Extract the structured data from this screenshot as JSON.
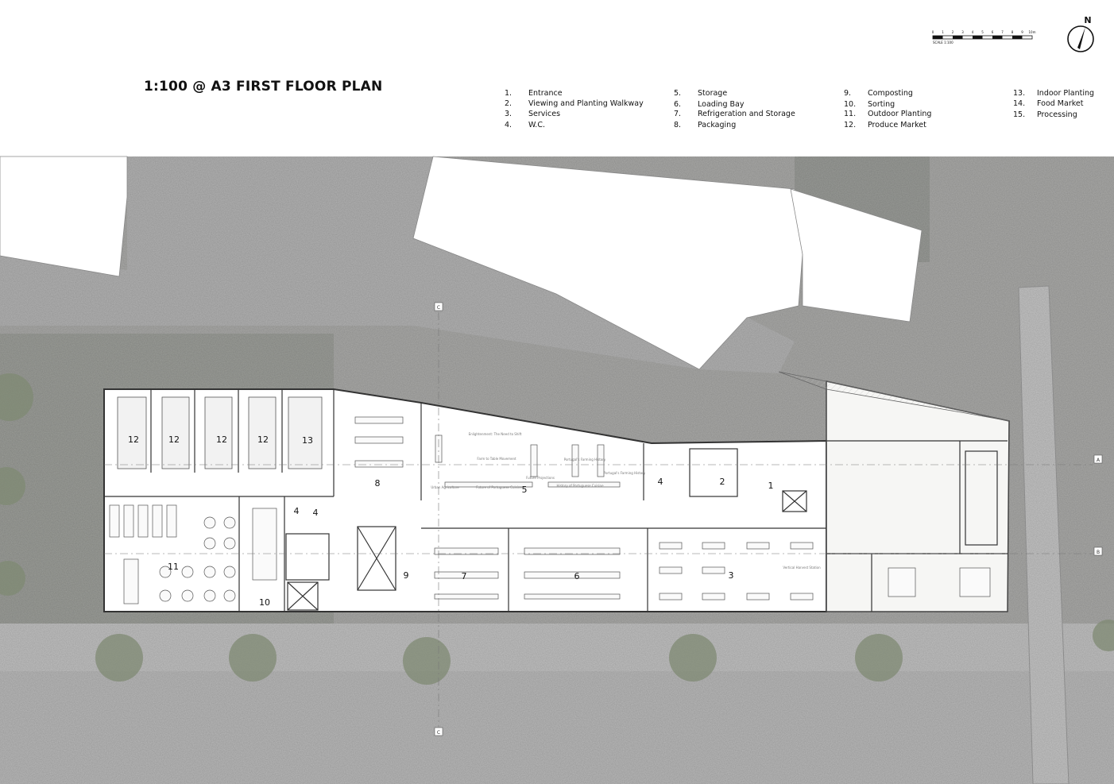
{
  "title": "1:100 @ A3 FIRST FLOOR PLAN",
  "legend": [
    {
      "num": "1.",
      "label": "Entrance"
    },
    {
      "num": "2.",
      "label": "Viewing and Planting Walkway"
    },
    {
      "num": "3.",
      "label": "Services"
    },
    {
      "num": "4.",
      "label": "W.C."
    },
    {
      "num": "5.",
      "label": "Storage"
    },
    {
      "num": "6.",
      "label": "Loading Bay"
    },
    {
      "num": "7.",
      "label": "Refrigeration and Storage"
    },
    {
      "num": "8.",
      "label": "Packaging"
    },
    {
      "num": "9.",
      "label": "Composting"
    },
    {
      "num": "10.",
      "label": "Sorting"
    },
    {
      "num": "11.",
      "label": "Outdoor Planting"
    },
    {
      "num": "12.",
      "label": "Produce Market"
    },
    {
      "num": "13.",
      "label": "Indoor Planting"
    },
    {
      "num": "14.",
      "label": "Food Market"
    },
    {
      "num": "15.",
      "label": "Processing"
    }
  ],
  "scale_bar": {
    "ticks": [
      "0",
      "1",
      "2",
      "3",
      "4",
      "5",
      "6",
      "7",
      "8",
      "9",
      "10m"
    ],
    "caption": "SCALE 1:100"
  },
  "north_label": "N",
  "grid_tags": [
    "C",
    "C",
    "A",
    "B"
  ],
  "room_labels": [
    "12",
    "12",
    "12",
    "12",
    "13",
    "8",
    "5",
    "4",
    "2",
    "1",
    "4",
    "4",
    "11",
    "10",
    "9",
    "7",
    "6",
    "3"
  ],
  "exhibit_labels": [
    "Enlightenment: The Need to Shift",
    "Farm to Table Movement",
    "Portugal's Farming History",
    "Future Projections",
    "Portugal's Farming History",
    "Urban Agriculture",
    "Future of Portuguese Cuisine",
    "History of Portuguese Cuisine",
    "Vertical Harvest Station"
  ],
  "colors": {
    "ground": "#a9a9a7",
    "street": "#bebebe",
    "grass": "#9b9d99",
    "building_fill": "#ffffff",
    "wall": "#3a3a3a",
    "tree": "#7f8a73"
  }
}
